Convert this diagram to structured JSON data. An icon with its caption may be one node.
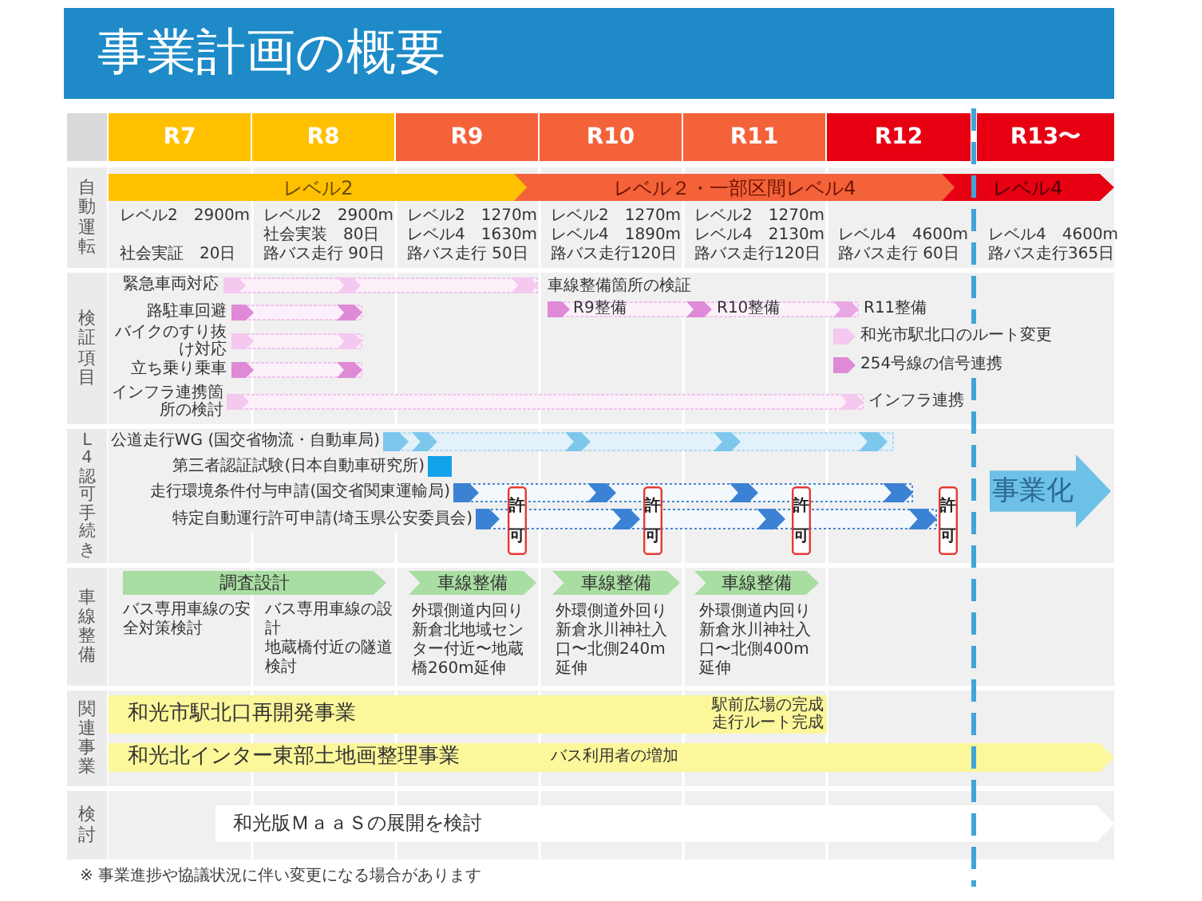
{
  "diagram": {
    "title": "事業計画の概要",
    "caption": "※ 事業進捗や協議状況に伴い変更になる場合があります",
    "nodes": [
      {
        "text": [
          "R7"
        ]
      },
      {
        "text": [
          "R8"
        ]
      },
      {
        "text": [
          "R9"
        ]
      },
      {
        "text": [
          "R10"
        ]
      },
      {
        "text": [
          "R11"
        ]
      },
      {
        "text": [
          "R12"
        ]
      },
      {
        "text": [
          "R13〜"
        ]
      },
      {
        "text": [
          "自動運転"
        ]
      },
      {
        "text": [
          "レベル2"
        ]
      },
      {
        "text": [
          "レベル２・一部区間レベル4"
        ]
      },
      {
        "text": [
          "レベル4"
        ]
      },
      {
        "text": [
          "検証項目"
        ]
      },
      {
        "text": [],
        "shape": "chevron",
        "beside": [
          "緊急車両対応"
        ]
      },
      {
        "text": [],
        "shape": "chevron"
      },
      {
        "text": [],
        "shape": "chevron"
      },
      {
        "text": [],
        "shape": "chevron",
        "beside": [
          "R9整備"
        ]
      },
      {
        "text": [],
        "shape": "chevron",
        "beside": [
          "R10整備"
        ]
      },
      {
        "text": [],
        "shape": "chevron",
        "beside": [
          "R11整備"
        ]
      },
      {
        "text": [],
        "shape": "chevron",
        "beside": [
          "路駐車回避"
        ]
      },
      {
        "text": [],
        "shape": "chevron"
      },
      {
        "text": [],
        "shape": "chevron",
        "beside": [
          "和光市駅北口のルート変更"
        ]
      },
      {
        "text": [],
        "shape": "chevron",
        "beside": [
          "バイクのすり抜け対応"
        ]
      },
      {
        "text": [],
        "shape": "chevron"
      },
      {
        "text": [],
        "shape": "chevron",
        "beside": [
          "立ち乗り乗車"
        ]
      },
      {
        "text": [],
        "shape": "chevron"
      },
      {
        "text": [],
        "shape": "chevron",
        "beside": [
          "254号線の信号連携"
        ]
      },
      {
        "text": [],
        "shape": "chevron",
        "beside": [
          "インフラ連携箇所の検討"
        ]
      },
      {
        "text": [],
        "shape": "chevron",
        "beside": [
          "インフラ連携"
        ]
      },
      {
        "text": [
          "L4認可手続き"
        ]
      },
      {
        "text": [],
        "shape": "chevron",
        "beside": [
          "公道走行WG (国交省物流・自動車局)"
        ]
      },
      {
        "text": [],
        "shape": "chevron"
      },
      {
        "text": [],
        "shape": "chevron"
      },
      {
        "text": [],
        "shape": "chevron"
      },
      {
        "text": [],
        "shape": "chevron"
      },
      {
        "text": [],
        "shape": "box",
        "beside": [
          "第三者認証試験(日本自動車研究所)"
        ]
      },
      {
        "text": [],
        "shape": "chevron",
        "beside": [
          "走行環境条件付与申請(国交省関東運輸局)"
        ]
      },
      {
        "text": [],
        "shape": "chevron"
      },
      {
        "text": [],
        "shape": "chevron"
      },
      {
        "text": [],
        "shape": "chevron"
      },
      {
        "text": [],
        "shape": "chevron",
        "beside": [
          "特定自動運行許可申請(埼玉県公安委員会)"
        ]
      },
      {
        "text": [
          "許可"
        ]
      },
      {
        "text": [],
        "shape": "chevron"
      },
      {
        "text": [
          "許可"
        ]
      },
      {
        "text": [],
        "shape": "chevron"
      },
      {
        "text": [
          "許可"
        ]
      },
      {
        "text": [],
        "shape": "chevron"
      },
      {
        "text": [
          "許可"
        ]
      },
      {
        "text": [
          "事業化"
        ]
      },
      {
        "text": [
          "車線整備"
        ]
      },
      {
        "text": [
          "調査設計"
        ],
        "beside": [
          "バス専用車線の安全対策検討",
          "バス専用車線の設計",
          "地蔵橋付近の隧道検討"
        ]
      },
      {
        "text": [
          "車線整備"
        ],
        "beside": [
          "外環側道内回り新倉北地域センター付近〜地蔵橋260m延伸"
        ]
      },
      {
        "text": [
          "車線整備"
        ],
        "beside": [
          "外環側道外回り新倉氷川神社入口〜北側240m延伸"
        ]
      },
      {
        "text": [
          "車線整備"
        ],
        "beside": [
          "外環側道内回り新倉氷川神社入口〜北側400m延伸"
        ]
      },
      {
        "text": [
          "関連事業"
        ]
      },
      {
        "text": [
          "和光市駅北口再開発事業",
          "駅前広場の完成",
          "走行ルート完成"
        ]
      },
      {
        "text": [
          "和光北インター東部土地画整理事業",
          "バス利用者の増加"
        ]
      },
      {
        "text": [
          "検討"
        ]
      },
      {
        "text": [
          "和光版ＭａａＳの展開を検討"
        ]
      }
    ],
    "labels": [
      "レベル2　2900m",
      "社会実証　20日",
      "レベル2　2900m",
      "社会実装　80日",
      "路バス走行 90日",
      "レベル2　1270m",
      "レベル4　1630m",
      "路バス走行 50日",
      "レベル2　1270m",
      "レベル4　1890m",
      "路バス走行120日",
      "レベル2　1270m",
      "レベル4　2130m",
      "路バス走行120日",
      "レベル4　4600m",
      "路バス走行 60日",
      "レベル4　4600m",
      "路バス走行365日",
      "車線整備箇所の検証"
    ]
  }
}
